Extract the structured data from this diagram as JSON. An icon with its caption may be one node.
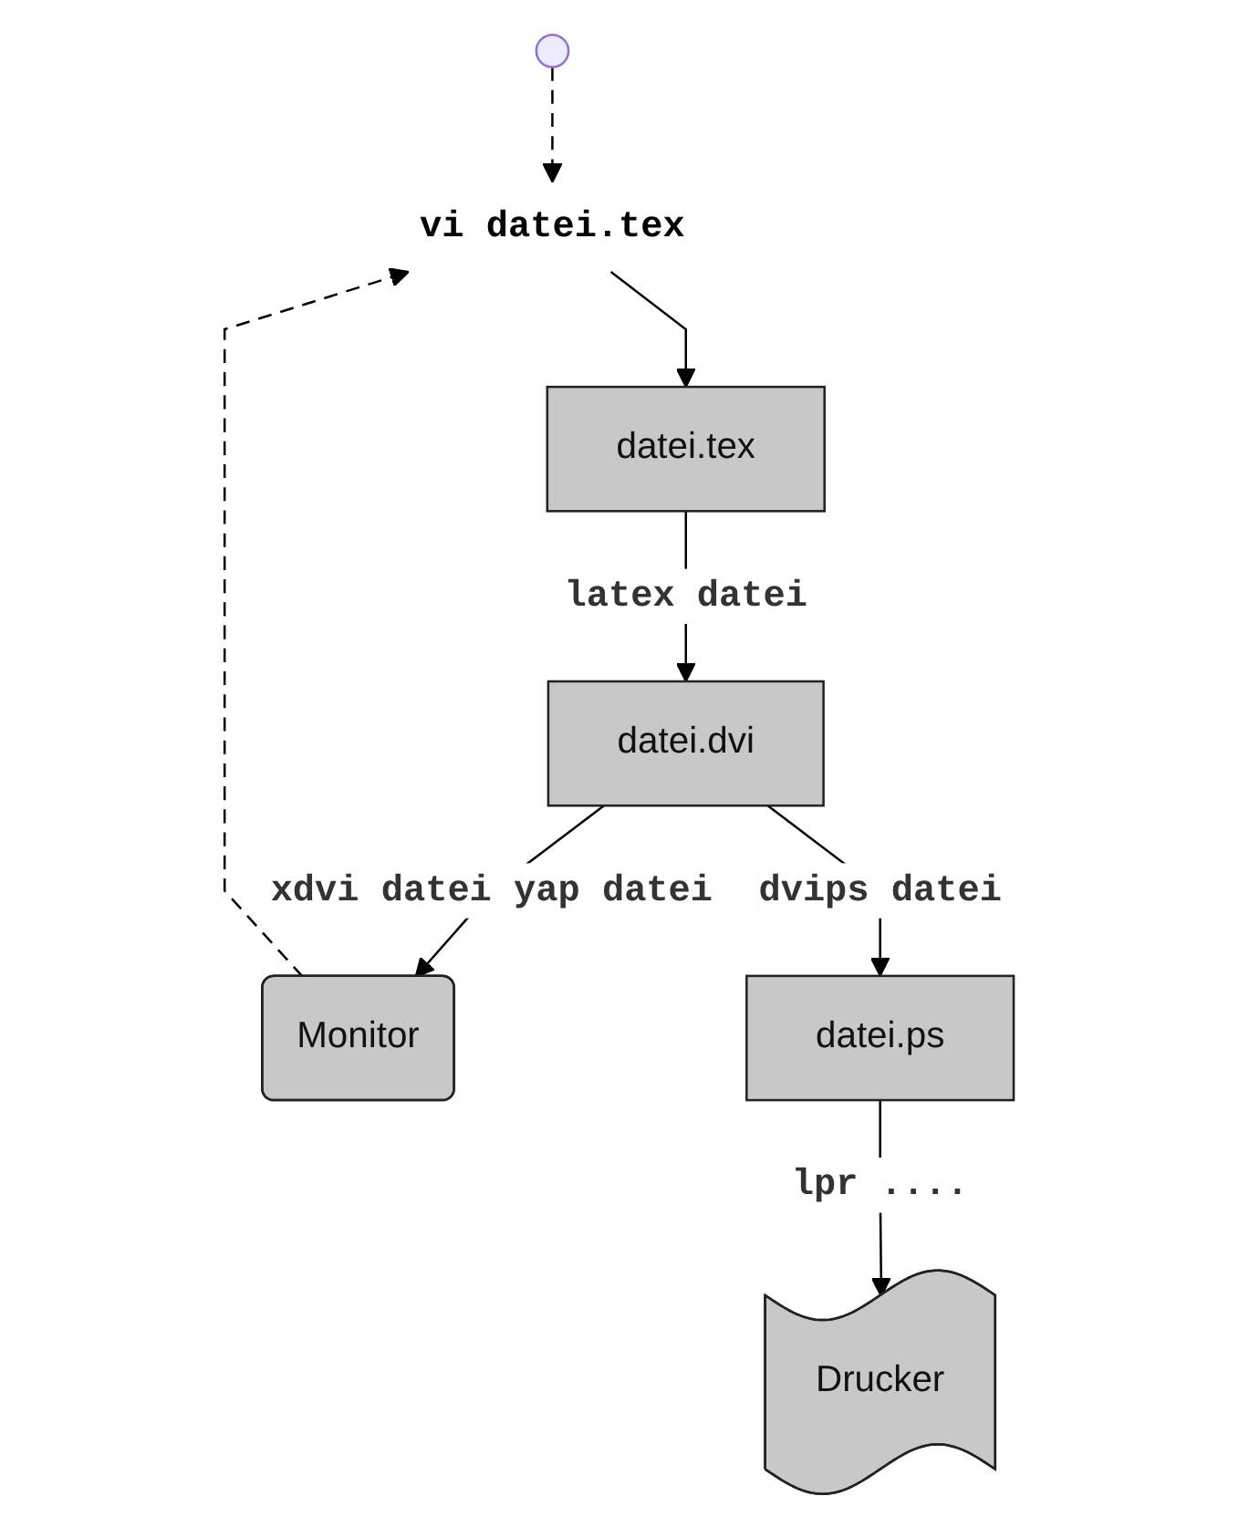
{
  "diagram": {
    "nodes": [
      {
        "text": [
          "vi datei.tex"
        ]
      },
      {
        "text": [
          "datei.tex"
        ]
      },
      {
        "text": [
          "datei.dvi"
        ]
      },
      {
        "text": [
          "Monitor"
        ]
      },
      {
        "text": [
          "datei.ps"
        ]
      },
      {
        "text": [
          "Drucker"
        ]
      }
    ],
    "edges": [
      {
        "from": 0,
        "to": 1,
        "arrow": "to"
      },
      {
        "from": 1,
        "to": 2,
        "arrow": "to",
        "label": "latex datei"
      },
      {
        "from": 2,
        "to": 3,
        "arrow": "to",
        "label": "xdvi datei yap datei"
      },
      {
        "from": 2,
        "to": 4,
        "arrow": "to",
        "label": "dvips datei"
      },
      {
        "from": 4,
        "to": 5,
        "arrow": "to",
        "label": "lpr ...."
      },
      {
        "from": 3,
        "to": 0,
        "arrow": "to",
        "style": "dashed"
      },
      {
        "from": null,
        "to": 0,
        "arrow": "to",
        "style": "dashed"
      }
    ]
  }
}
